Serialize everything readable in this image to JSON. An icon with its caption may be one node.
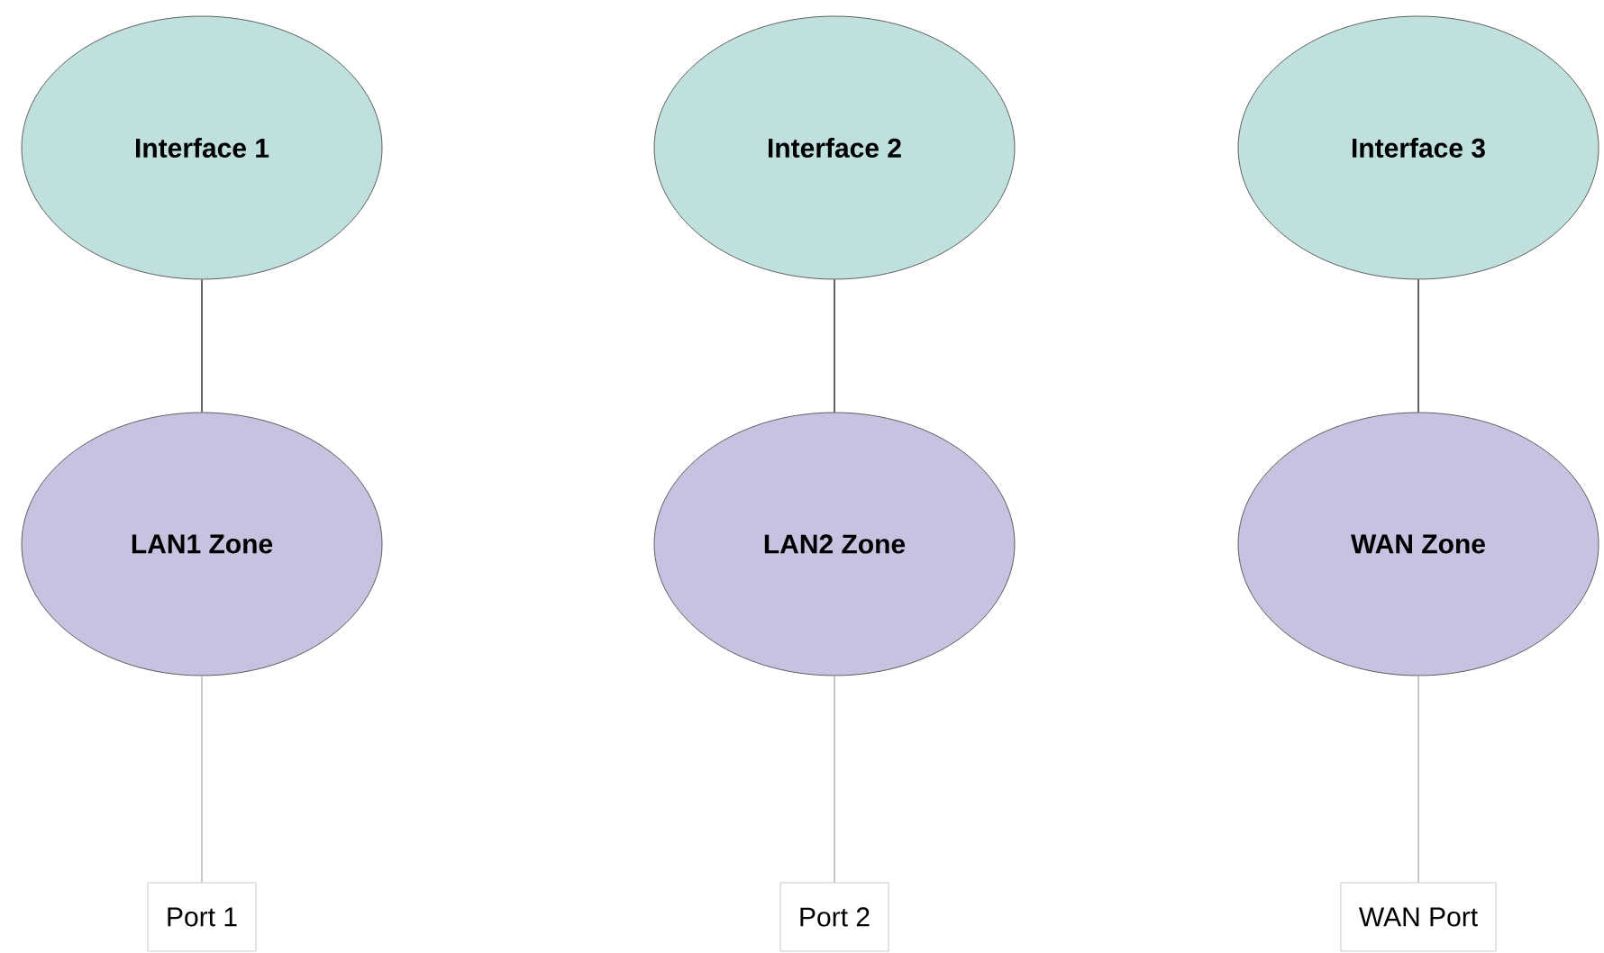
{
  "diagram": {
    "nodes": [
      {
        "text": [
          "Interface  1"
        ]
      },
      {
        "text": [
          "Interface  2"
        ]
      },
      {
        "text": [
          "Interface  3"
        ]
      },
      {
        "text": [
          "LAN1 Zone"
        ]
      },
      {
        "text": [
          "LAN2 Zone"
        ]
      },
      {
        "text": [
          "WAN Zone"
        ]
      },
      {
        "text": [
          "Port 1"
        ]
      },
      {
        "text": [
          "Port 2"
        ]
      },
      {
        "text": [
          "WAN Port"
        ]
      }
    ],
    "edges": [
      {
        "from": 0,
        "to": 3,
        "arrow": "none"
      },
      {
        "from": 1,
        "to": 4,
        "arrow": "none"
      },
      {
        "from": 2,
        "to": 5,
        "arrow": "none"
      },
      {
        "from": 3,
        "to": 6,
        "arrow": "none",
        "color": "#bbbbbb"
      },
      {
        "from": 4,
        "to": 7,
        "arrow": "none",
        "color": "#bbbbbb"
      },
      {
        "from": 5,
        "to": 8,
        "arrow": "none",
        "color": "#bbbbbb"
      }
    ]
  }
}
